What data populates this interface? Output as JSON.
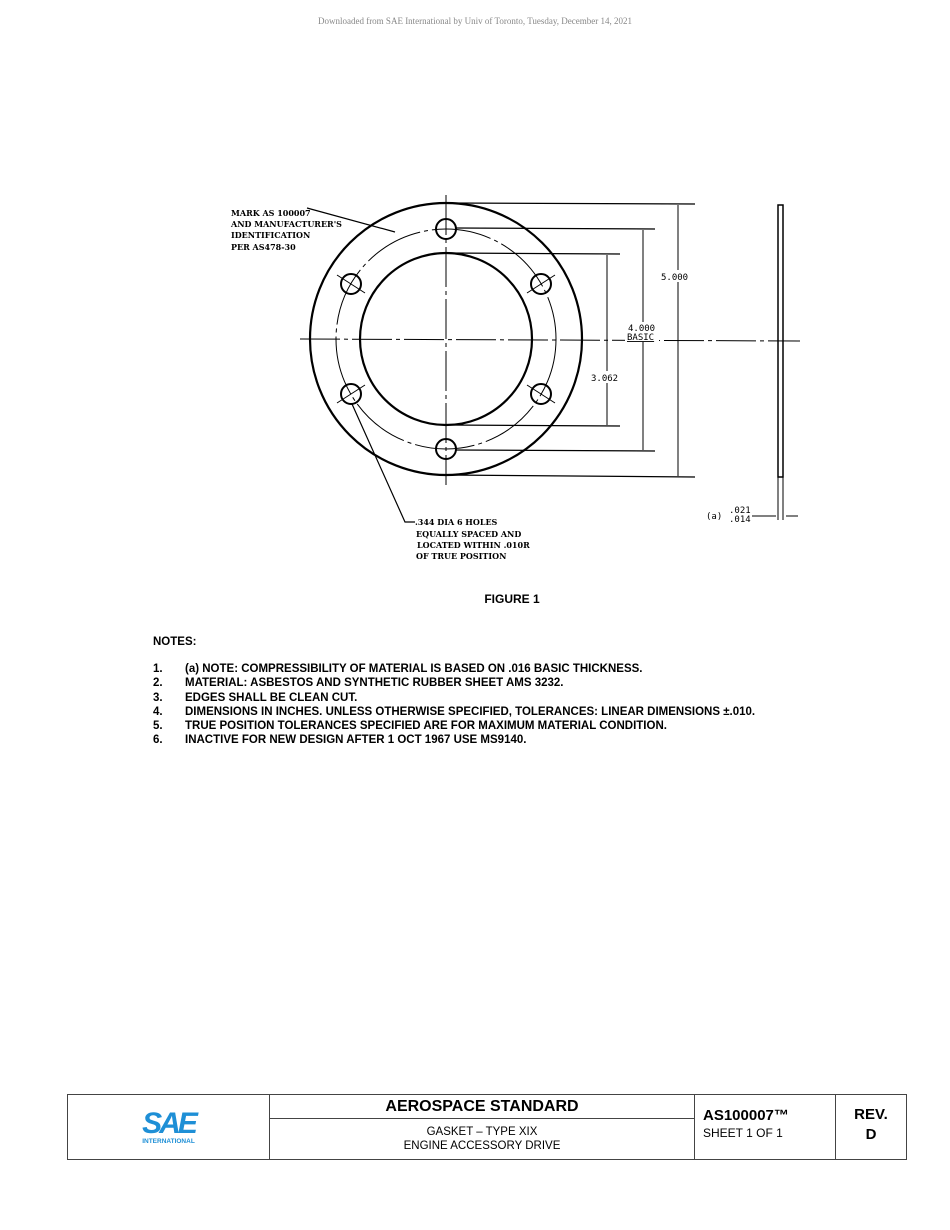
{
  "header": {
    "download_notice": "Downloaded from SAE International by Univ of Toronto, Tuesday, December 14, 2021"
  },
  "drawing": {
    "mark_note": [
      "MARK AS 100007",
      "AND MANUFACTURER'S",
      "IDENTIFICATION",
      "PER AS478-30"
    ],
    "hole_note": [
      ".344 DIA 6 HOLES",
      "EQUALLY SPACED AND",
      "LOCATED WITHIN .010R",
      "OF TRUE POSITION"
    ],
    "dim_outer": "5.000",
    "dim_bolt_circle": "4.000",
    "dim_bolt_circle_sub": "BASIC",
    "dim_inner": "3.062",
    "thickness_label": "(a)",
    "thickness_max": ".021",
    "thickness_min": ".014",
    "figure_caption": "FIGURE 1"
  },
  "notes": {
    "title": "NOTES:",
    "items": [
      {
        "num": "1.",
        "text": "(a)  NOTE:  COMPRESSIBILITY OF MATERIAL IS BASED ON .016 BASIC THICKNESS."
      },
      {
        "num": "2.",
        "text": "MATERIAL:  ASBESTOS AND SYNTHETIC RUBBER SHEET AMS 3232."
      },
      {
        "num": "3.",
        "text": "EDGES SHALL BE CLEAN CUT."
      },
      {
        "num": "4.",
        "text": "DIMENSIONS IN INCHES.  UNLESS OTHERWISE SPECIFIED, TOLERANCES:  LINEAR DIMENSIONS ±.010."
      },
      {
        "num": "5.",
        "text": "TRUE POSITION TOLERANCES SPECIFIED ARE FOR MAXIMUM MATERIAL CONDITION."
      },
      {
        "num": "6.",
        "text": "INACTIVE FOR NEW DESIGN AFTER 1 OCT 1967 USE MS9140."
      }
    ]
  },
  "title_block": {
    "logo": "SAE",
    "logo_sub": "INTERNATIONAL",
    "logo_color": "#1e8fd6",
    "category": "AEROSPACE STANDARD",
    "title_line1": "GASKET – TYPE XIX",
    "title_line2": "ENGINE ACCESSORY DRIVE",
    "doc_number": "AS100007™",
    "sheet": "SHEET 1 OF 1",
    "rev_label": "REV.",
    "rev": "D"
  }
}
